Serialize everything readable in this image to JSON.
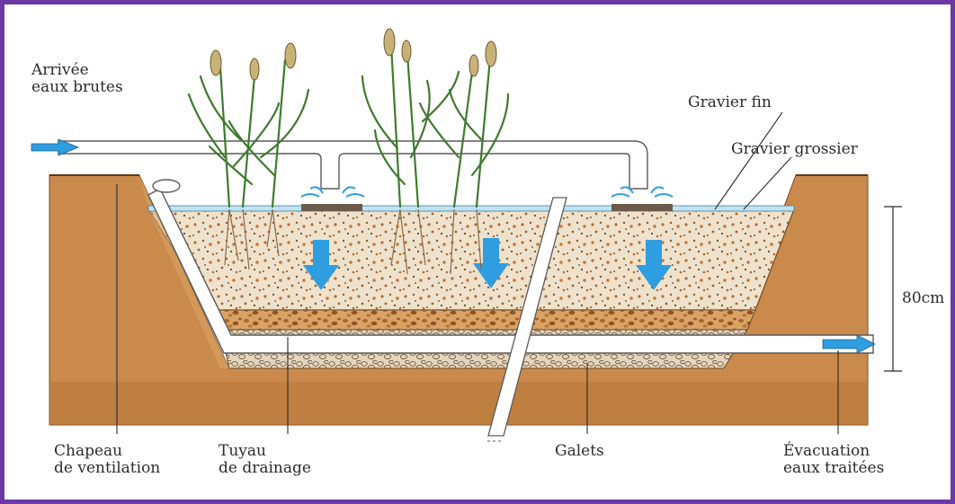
{
  "labels": {
    "inlet": {
      "line1": "Arrivée",
      "line2": "eaux brutes"
    },
    "fine_gravel": "Gravier fin",
    "coarse_gravel": "Gravier grossier",
    "depth": "80cm",
    "vent_cap": {
      "line1": "Chapeau",
      "line2": "de ventilation"
    },
    "drain_pipe": {
      "line1": "Tuyau",
      "line2": "de drainage"
    },
    "pebbles": "Galets",
    "outlet": {
      "line1": "Évacuation",
      "line2": "eaux traitées"
    }
  },
  "colors": {
    "frame": "#6b39a6",
    "soil": "#c98a4b",
    "gravel_fill": "#ecdcc4",
    "flow_arrow": "#2f9ee0",
    "pipe": "#ffffff",
    "water_surface": "#bfe3f2"
  }
}
